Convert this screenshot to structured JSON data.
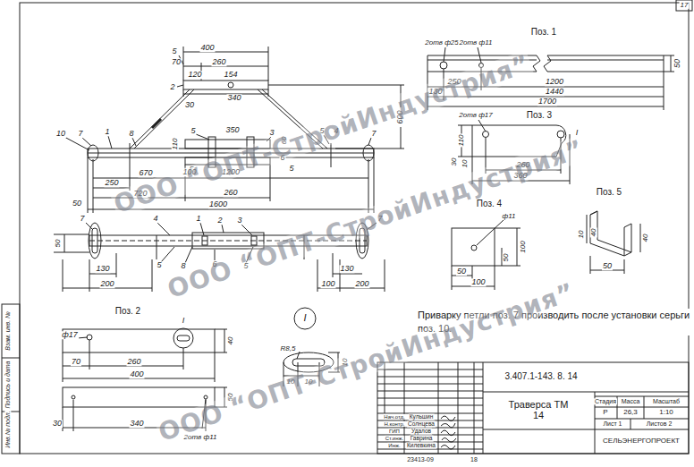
{
  "diagram": {
    "labels": [
      "17",
      "Инв.№ подл.",
      "Подпись и дата",
      "Взам. инв. №",
      "400",
      "70",
      "260",
      "5",
      "120",
      "154",
      "2",
      "30",
      "340",
      "600",
      "10",
      "7",
      "1",
      "8",
      "5",
      "350",
      "3",
      "5",
      "4",
      "7",
      "110",
      "60",
      "5",
      "6",
      "5",
      "670",
      "100",
      "1200",
      "250",
      "720",
      "260",
      "1600",
      "50",
      "7",
      "4",
      "1",
      "2",
      "3",
      "7",
      "50",
      "130",
      "200",
      "5",
      "8",
      "6",
      "5",
      "130",
      "100",
      "200",
      "Поз. 1",
      "2отв ф25",
      "2отв ф11",
      "50",
      "250",
      "1200",
      "130",
      "1440",
      "1700",
      "2отв ф17",
      "Поз. 3",
      "I",
      "110",
      "30",
      "10",
      "260",
      "360",
      "Поз. 4",
      "ф11",
      "100",
      "50",
      "50",
      "100",
      "Поз. 5",
      "10",
      "40",
      "40",
      "50",
      "Поз. 2",
      "ф17",
      "I",
      "70",
      "260",
      "400",
      "40",
      "50",
      "30",
      "340",
      "2отв ф11",
      "I",
      "R8,5",
      "10",
      "10",
      "10",
      "Приварку петли поз. 7 производить после установки серьги поз. 10.",
      "3.407.1-143. 8. 14",
      "Траверса ТМ 14",
      "Стадия",
      "Масса",
      "Масштаб",
      "Р",
      "26,3",
      "1:10",
      "Лист 1",
      "Листов 2",
      "СЕЛЬЭНЕРГОПРОЕКТ",
      "Нач.отд.",
      "Кульшин",
      "Н.контр.",
      "Солнцева",
      "ГИП",
      "Удалов",
      "Ст.инж.",
      "Гаврина",
      "Инж.",
      "Килевкина",
      "23413-09",
      "18",
      "ООО “ОПТ-СтройИндустрия”",
      "ООО “ОПТ-СтройИндустрия”",
      "ООО “ОПТ-СтройИндустрия”"
    ]
  }
}
